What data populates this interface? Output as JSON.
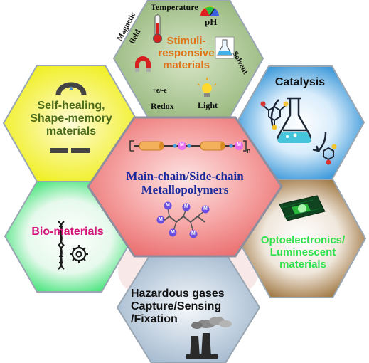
{
  "center": {
    "title_line1": "Main-chain/Side-chain",
    "title_line2": "Metallopolymers",
    "metal_symbol": "M",
    "subscript_n": "n"
  },
  "hexagons": {
    "stimuli": {
      "line1": "Stimuli-",
      "line2": "responsive",
      "line3": "materials",
      "temperature": "Temperature",
      "ph": "pH",
      "magnetic_field_1": "Magnetic",
      "magnetic_field_2": "field",
      "solvent": "Solvent",
      "redox": "Redox",
      "light": "Light",
      "redox_symbol": "+e/-e"
    },
    "catalysis": {
      "label": "Catalysis"
    },
    "self_healing": {
      "line1": "Self-healing,",
      "line2": "Shape-memory",
      "line3": "materials"
    },
    "bio": {
      "label": "Bio-materials"
    },
    "opto": {
      "line1": "Optoelectronics/",
      "line2": "Luminescent",
      "line3": "materials"
    },
    "gases": {
      "line1": "Hazardous gases",
      "line2": "Capture/Sensing",
      "line3": "/Fixation"
    }
  },
  "colors": {
    "stimuli_fill": "#a9c593",
    "catalysis_fill": "#1c8fd8",
    "self_healing_fill": "#f3f316",
    "bio_fill": "#2fe86a",
    "opto_fill": "#9c6b2a",
    "gases_fill": "#b3c6d9",
    "center_fill": "#f08a8a",
    "stimuli_text": "#e07418",
    "self_healing_text": "#4a6b1a",
    "bio_text": "#d4147a",
    "opto_text": "#2ee04a",
    "center_text": "#1a2a9a"
  }
}
